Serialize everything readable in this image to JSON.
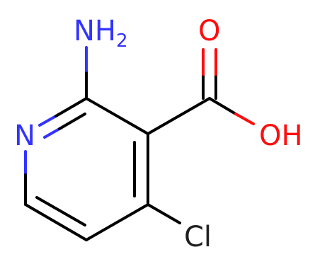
{
  "molecule": {
    "atoms": {
      "amine": {
        "main": "NH",
        "sub": "2"
      },
      "ring_nitrogen": {
        "main": "N"
      },
      "carbonyl_oxygen": {
        "main": "O"
      },
      "hydroxyl": {
        "main": "OH"
      },
      "chlorine": {
        "main": "Cl"
      }
    },
    "colors": {
      "nitrogen": "#3333ff",
      "oxygen": "#ff0d0d",
      "chlorine": "#1f1f1f",
      "bond": "#000000"
    }
  }
}
